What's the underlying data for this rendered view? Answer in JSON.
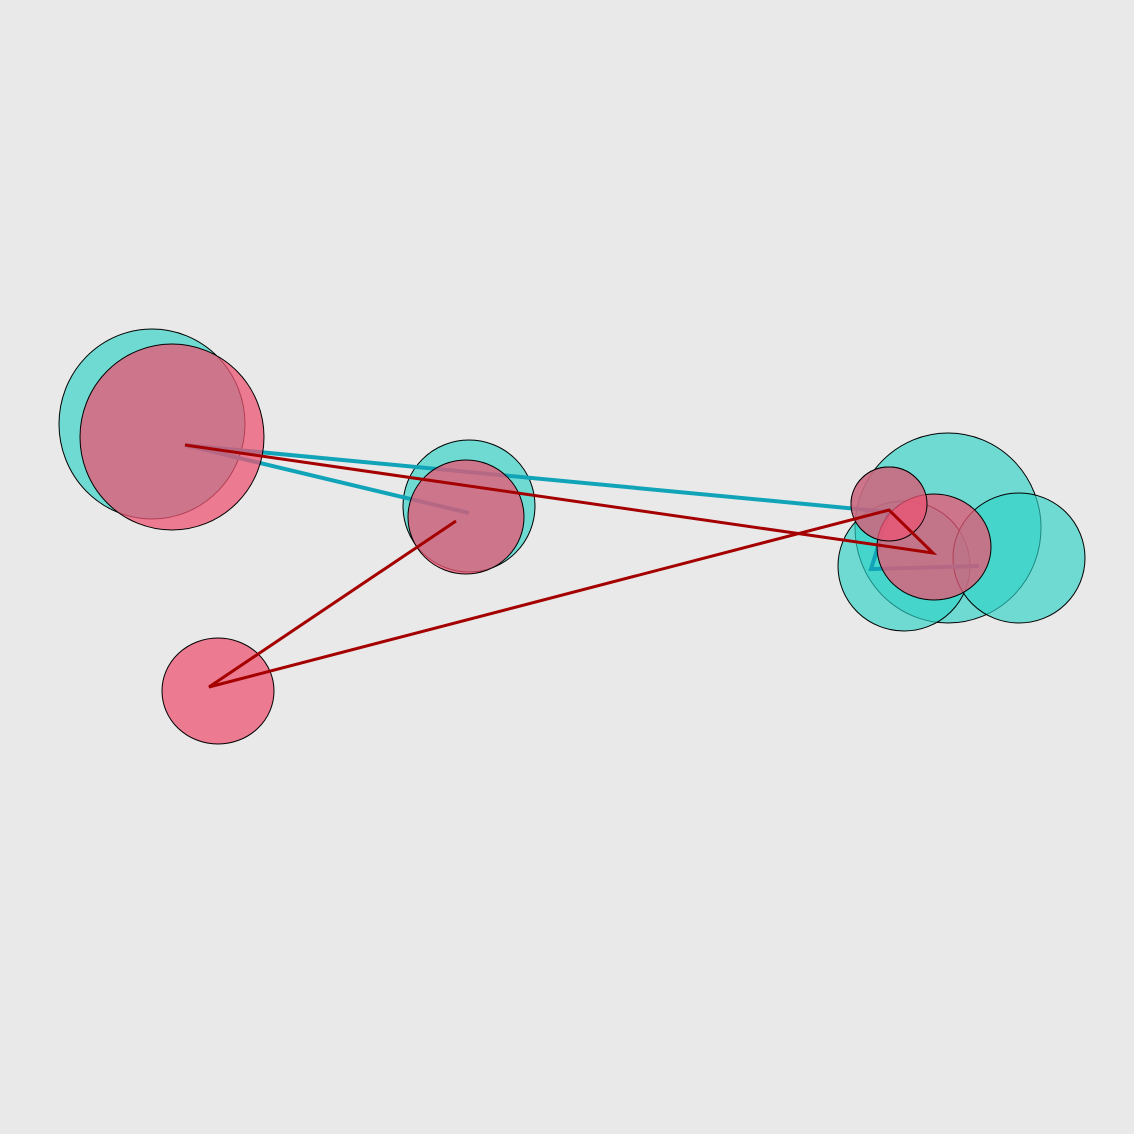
{
  "colors": {
    "background": "#e9e9e9",
    "teal_fill": "#2ed3c6",
    "teal_line": "#11a4b8",
    "pink_fill": "#ec5473",
    "red_line": "#a50000",
    "outline": "#000000"
  },
  "layers": {
    "teal": {
      "name": "teal",
      "fill_color": "#2ed3c6",
      "fill_opacity": 0.65,
      "line_color": "#11a4b8",
      "node_count": 6
    },
    "pink": {
      "name": "pink",
      "fill_color": "#ec5473",
      "fill_opacity": 0.75,
      "line_color": "#a50000",
      "node_count": 5
    }
  }
}
